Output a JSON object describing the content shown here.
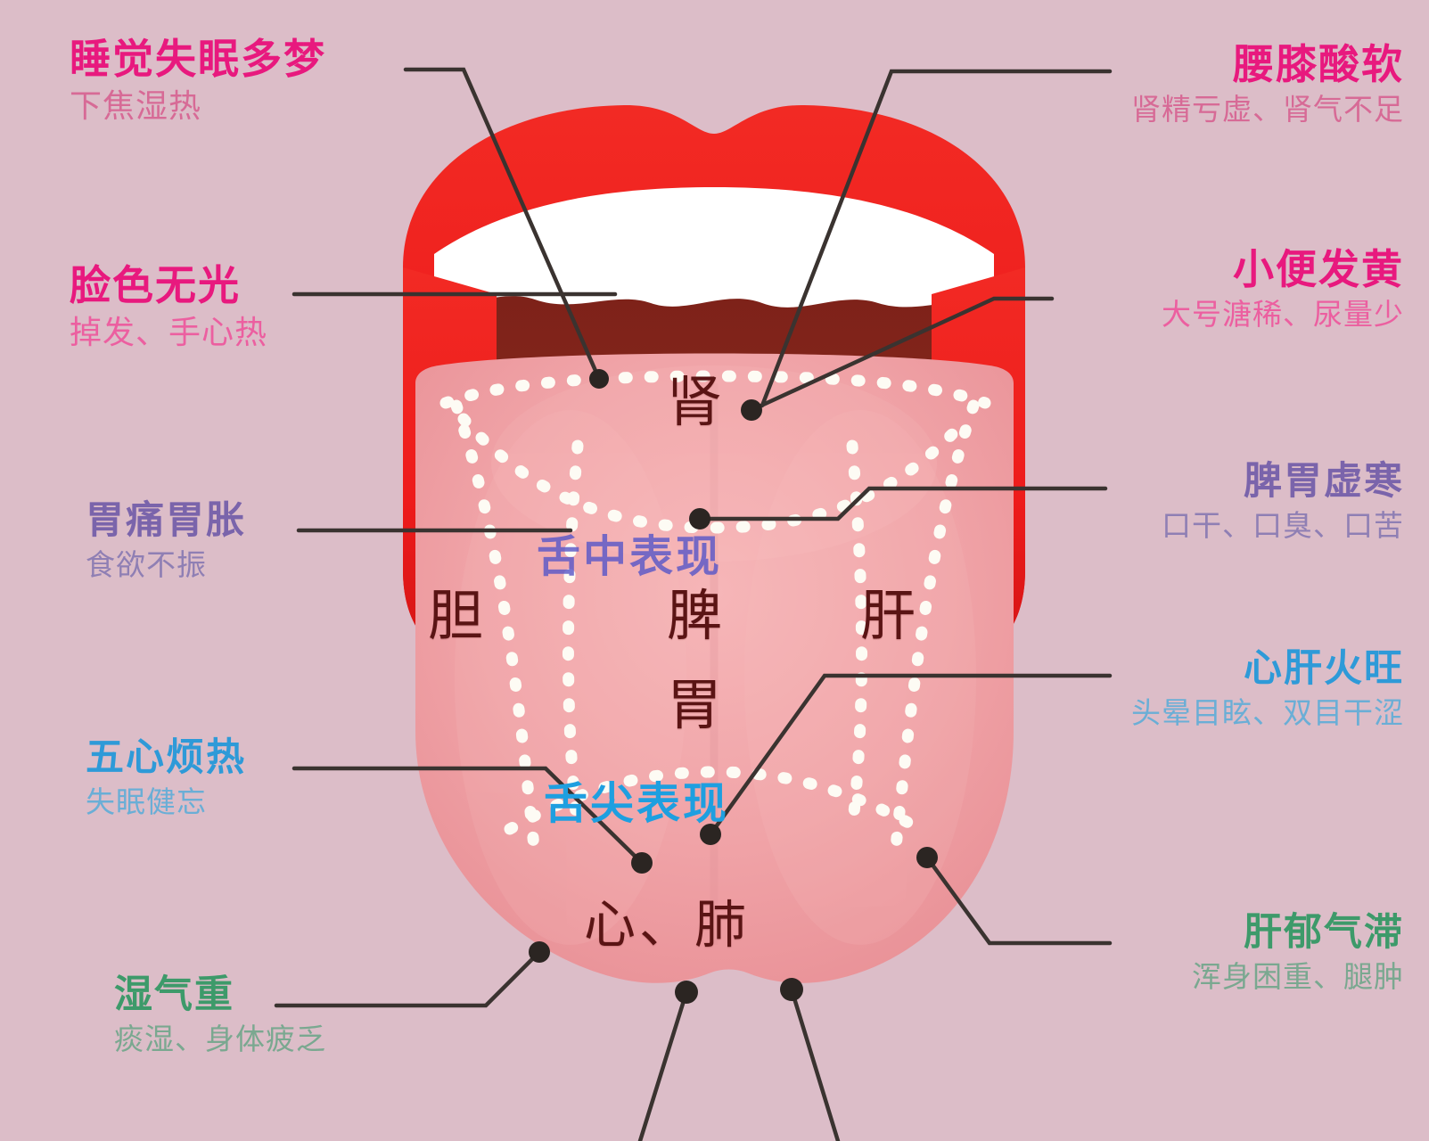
{
  "background_color": "#dcbdc8",
  "palette": {
    "pink": "#e8197e",
    "pink_sub": "#d76a96",
    "purple": "#7a64ab",
    "purple_sub": "#8f7fb4",
    "blue": "#2e9ad8",
    "blue_sub": "#6aaed6",
    "green": "#3d9a6a",
    "green_sub": "#7aa890",
    "lip_red": "#ee1b1b",
    "mouth_dark": "#7e2219",
    "tongue_pink": "#f0a0a4",
    "teeth_white": "#ffffff",
    "organ_text": "#5a1414",
    "leader_line": "#3a3330",
    "zone_mid": "#5a58c8",
    "zone_tip": "#1e9fe0"
  },
  "tongue_zones": [
    {
      "name": "kidney",
      "label": "肾"
    },
    {
      "name": "gallbladder",
      "label": "胆"
    },
    {
      "name": "spleen",
      "label": "脾"
    },
    {
      "name": "stomach",
      "label": "胃"
    },
    {
      "name": "liver",
      "label": "肝"
    },
    {
      "name": "heart-lung",
      "label": "心、肺"
    }
  ],
  "zone_watermarks": [
    {
      "name": "middle-tongue",
      "label": "舌中表现",
      "color": "#5a58c8"
    },
    {
      "name": "tongue-tip",
      "label": "舌尖表现",
      "color": "#1e9fe0"
    }
  ],
  "callouts": {
    "left": [
      {
        "name": "insomnia-dreams",
        "title": "睡觉失眠多梦",
        "sub": "下焦湿热",
        "theme": "pink"
      },
      {
        "name": "dull-complexion",
        "title": "脸色无光",
        "sub": "掉发、手心热",
        "theme": "pink2"
      },
      {
        "name": "stomach-pain-bloating",
        "title": "胃痛胃胀",
        "sub": "食欲不振",
        "theme": "purple"
      },
      {
        "name": "five-center-heat",
        "title": "五心烦热",
        "sub": "失眠健忘",
        "theme": "blue"
      },
      {
        "name": "heavy-dampness",
        "title": "湿气重",
        "sub": "痰湿、身体疲乏",
        "theme": "green"
      }
    ],
    "right": [
      {
        "name": "sore-waist-knees",
        "title": "腰膝酸软",
        "sub": "肾精亏虚、肾气不足",
        "theme": "pink"
      },
      {
        "name": "yellow-urine",
        "title": "小便发黄",
        "sub": "大号溏稀、尿量少",
        "theme": "pink2"
      },
      {
        "name": "spleen-stomach-cold",
        "title": "脾胃虚寒",
        "sub": "口干、口臭、口苦",
        "theme": "purple"
      },
      {
        "name": "heart-liver-fire",
        "title": "心肝火旺",
        "sub": "头晕目眩、双目干涩",
        "theme": "blue"
      },
      {
        "name": "liver-qi-stagnation",
        "title": "肝郁气滞",
        "sub": "浑身困重、腿肿",
        "theme": "green"
      }
    ]
  }
}
